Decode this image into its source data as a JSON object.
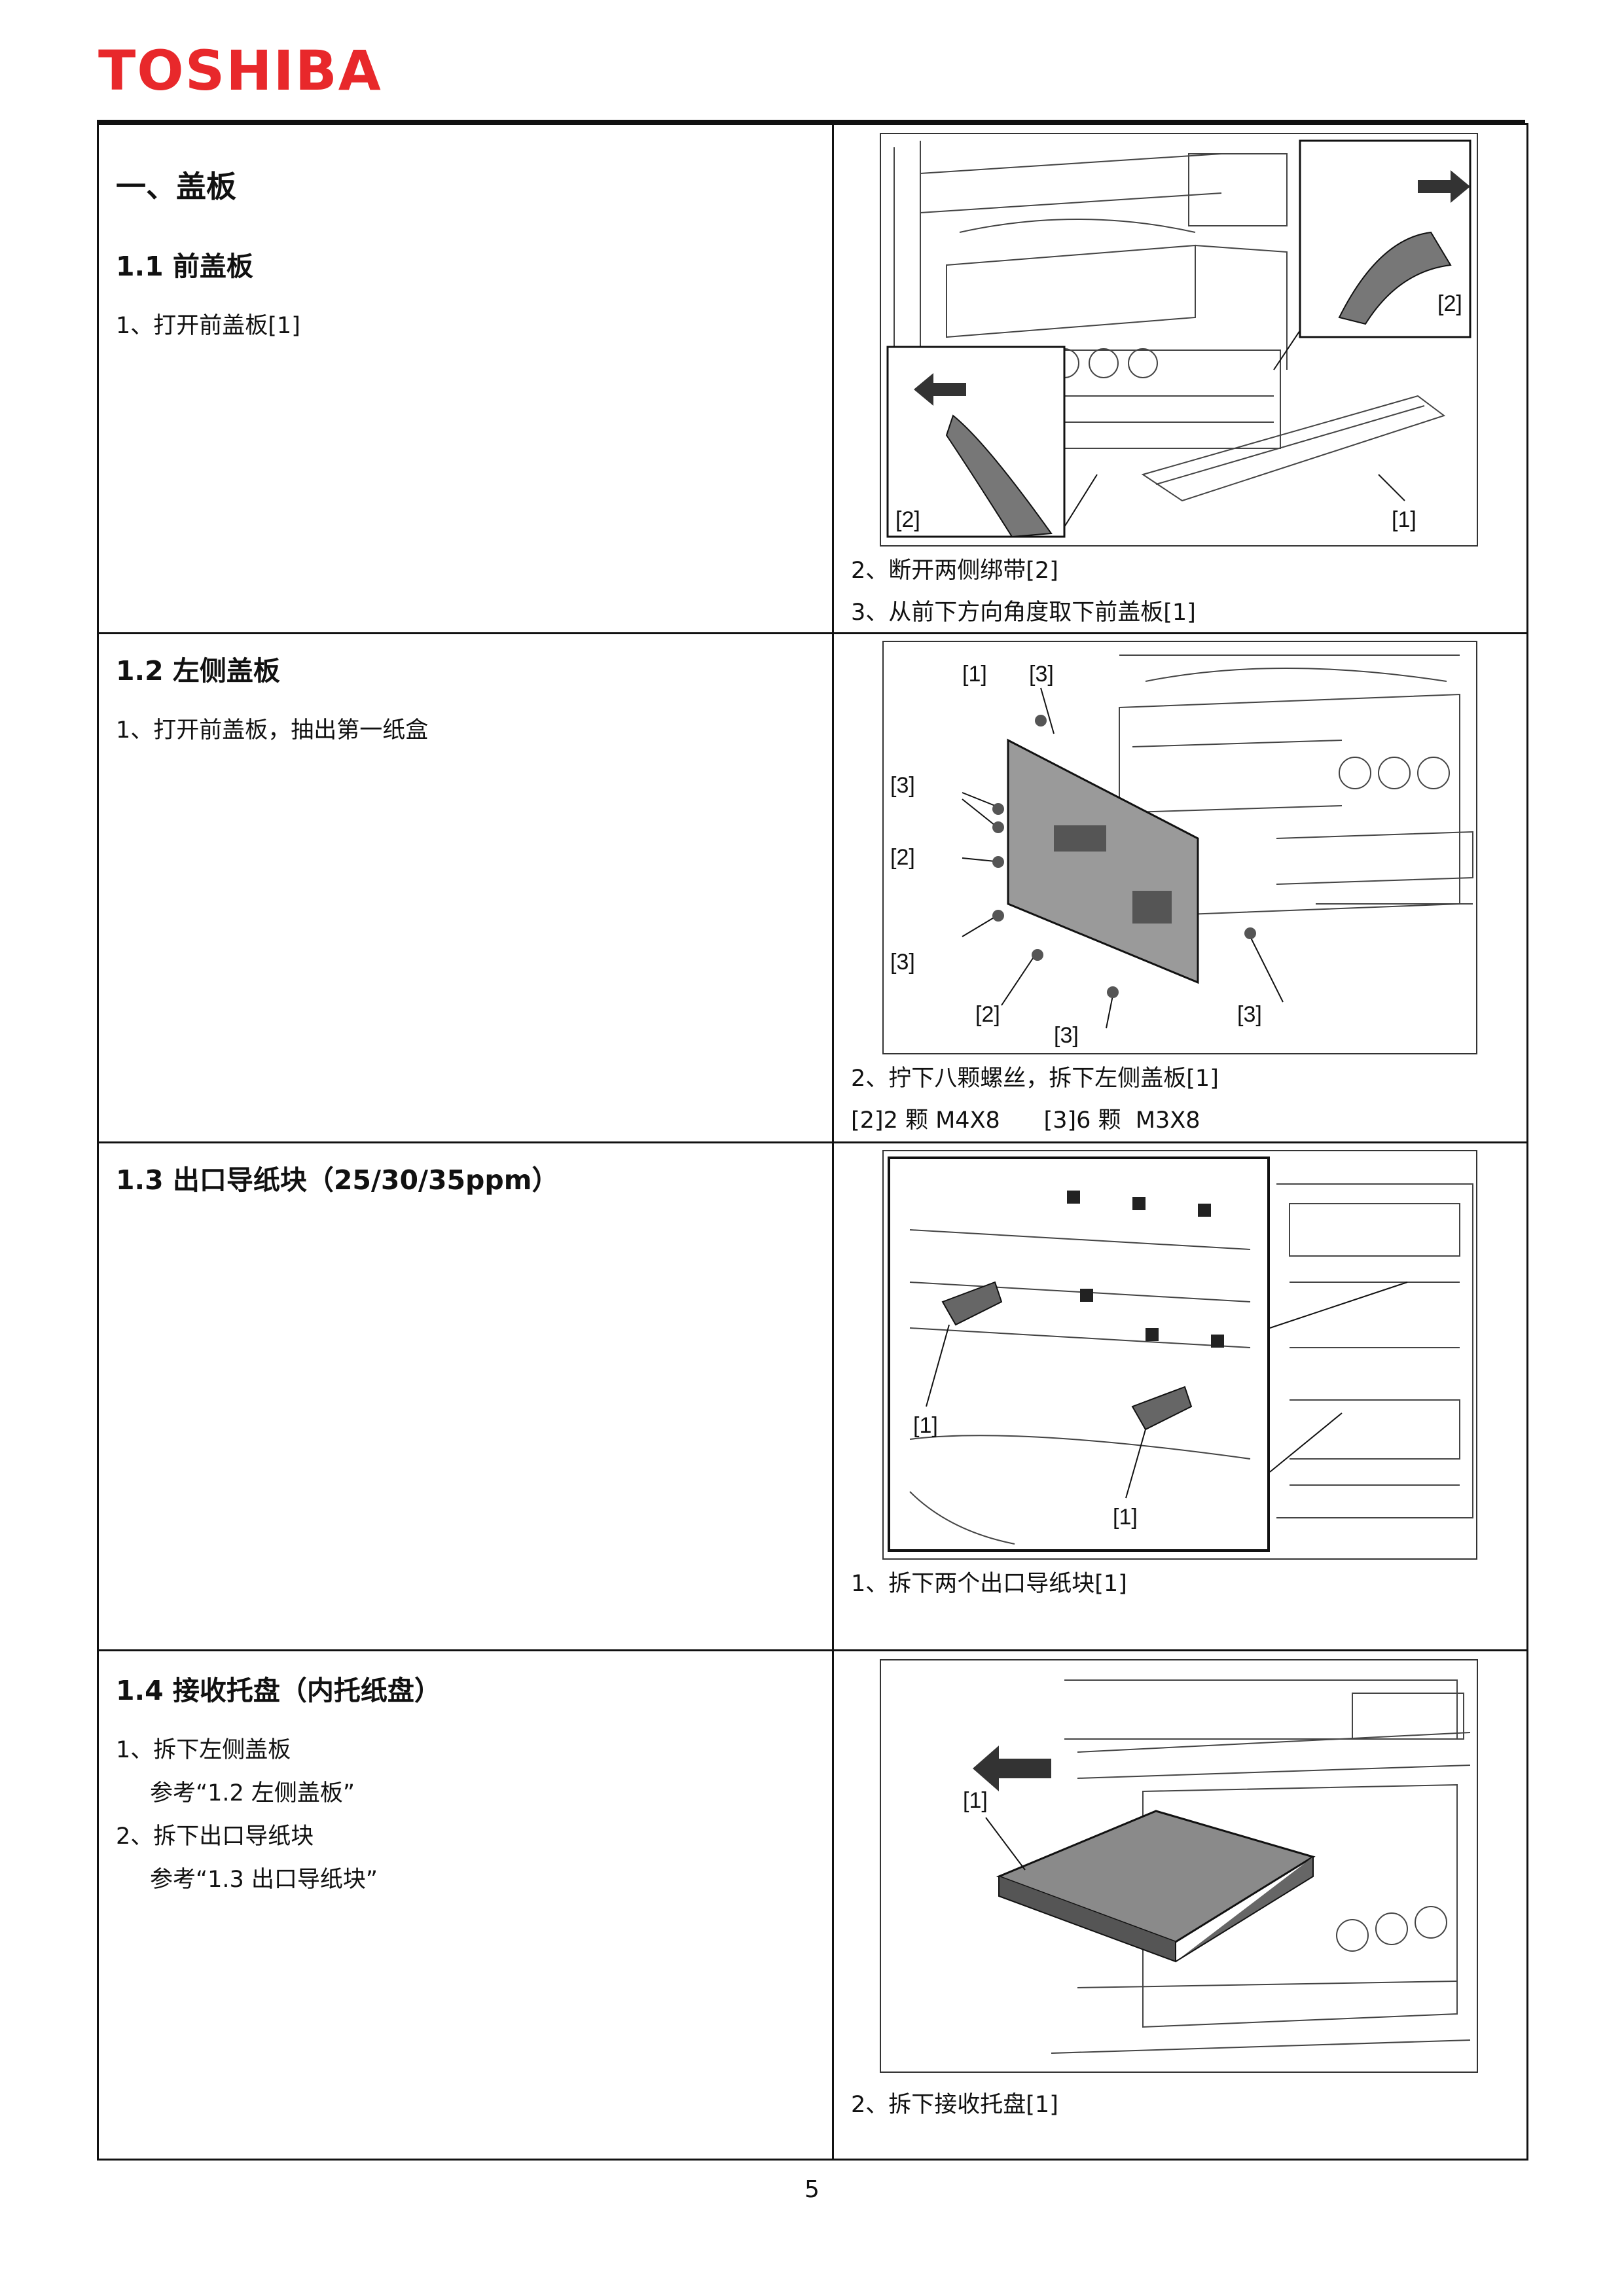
{
  "header": {
    "logo_text": "TOSHIBA",
    "logo_color": "#e8282b"
  },
  "sections": {
    "title": "一、盖板",
    "s1": {
      "heading": "1.1 前盖板",
      "steps": [
        "1、打开前盖板[1]"
      ],
      "captions": [
        "2、断开两侧绑带[2]",
        "3、从前下方向角度取下前盖板[1]"
      ],
      "figure_labels": [
        "[2]",
        "[2]",
        "[1]"
      ]
    },
    "s2": {
      "heading": "1.2  左侧盖板",
      "steps": [
        "1、打开前盖板，抽出第一纸盒"
      ],
      "captions": [
        "2、拧下八颗螺丝，拆下左侧盖板[1]",
        "[2]2 颗 M4X8      [3]6 颗  M3X8"
      ],
      "figure_labels": [
        "[1]",
        "[3]",
        "[3]",
        "[2]",
        "[3]",
        "[2]",
        "[3]",
        "[3]"
      ]
    },
    "s3": {
      "heading": "1.3 出口导纸块（25/30/35ppm）",
      "captions": [
        "1、拆下两个出口导纸块[1]"
      ],
      "figure_labels": [
        "[1]",
        "[1]"
      ]
    },
    "s4": {
      "heading": "1.4 接收托盘（内托纸盘）",
      "steps": [
        "1、拆下左侧盖板",
        "参考“1.2 左侧盖板”",
        "2、拆下出口导纸块",
        "参考“1.3 出口导纸块”"
      ],
      "captions": [
        "2、拆下接收托盘[1]"
      ],
      "figure_labels": [
        "[1]"
      ]
    }
  },
  "footer": {
    "page_number": "5"
  }
}
